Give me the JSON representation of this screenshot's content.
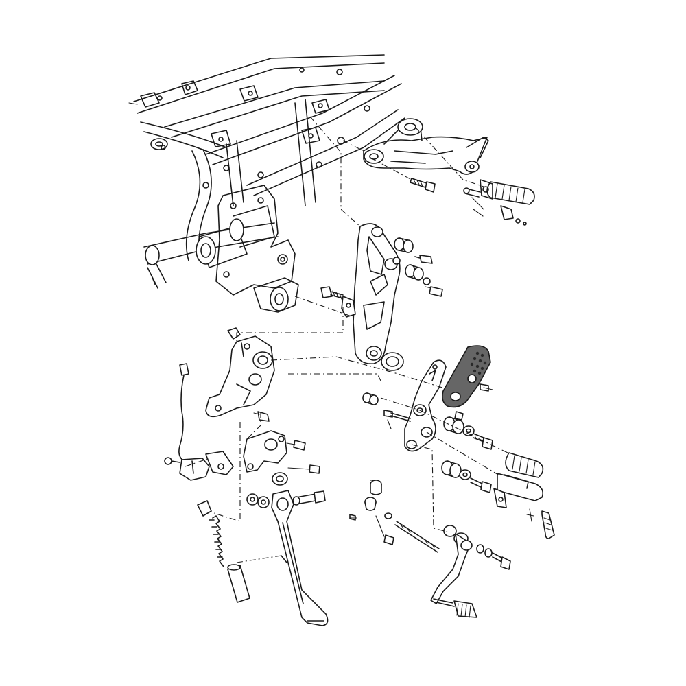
{
  "colors": {
    "line": "#1a1a1a",
    "heel_guard_fill": "#666666",
    "background": "#ffffff"
  },
  "parts": [
    "frame",
    "rear-footrest-bracket",
    "rear-footpeg",
    "main-footrest-bracket",
    "heel-guard",
    "shift-pedal",
    "shift-rod",
    "side-stand",
    "side-stand-spring",
    "sidestand-switch",
    "brake-pedal-bracket",
    "front-footpeg"
  ]
}
